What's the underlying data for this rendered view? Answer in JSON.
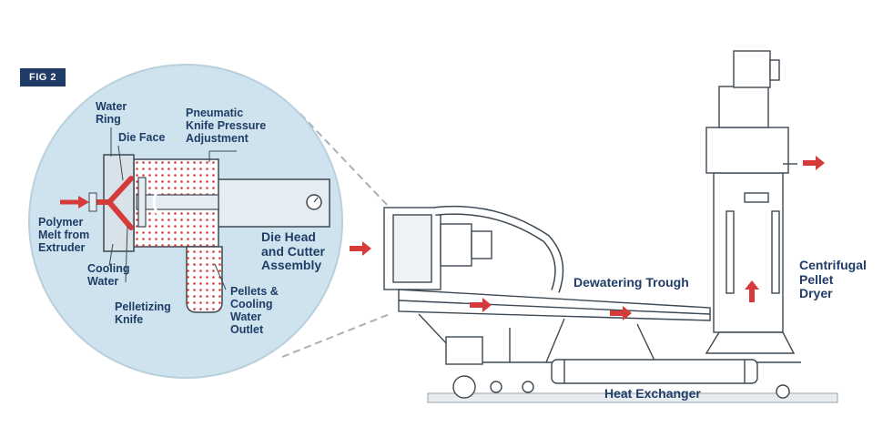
{
  "figure_tag": "FIG 2",
  "labels": {
    "water_ring": "Water\nRing",
    "die_face": "Die Face",
    "pneumatic": "Pneumatic\nKnife Pressure\nAdjustment",
    "polymer_melt": "Polymer\nMelt from\nExtruder",
    "cooling_water": "Cooling\nWater",
    "pelletizing_knife": "Pelletizing\nKnife",
    "pellets_outlet": "Pellets &\nCooling\nWater\nOutlet",
    "die_head": "Die Head\nand Cutter\nAssembly",
    "dewatering_trough": "Dewatering Trough",
    "centrifugal_dryer": "Centrifugal\nPellet\nDryer",
    "heat_exchanger": "Heat Exchanger"
  },
  "colors": {
    "navy": "#1f3c66",
    "arrow_red": "#d63b3b",
    "circle_fill": "#cfe3ef",
    "line_gray": "#6a7580"
  }
}
